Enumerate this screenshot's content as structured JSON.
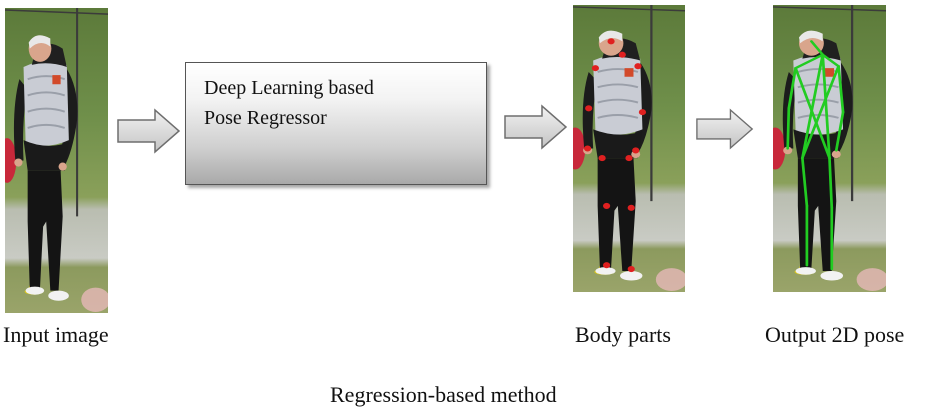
{
  "regressor_box": {
    "line1": "Deep Learning based",
    "line2": "Pose Regressor"
  },
  "captions": {
    "input": "Input image",
    "body_parts": "Body parts",
    "output": "Output  2D pose"
  },
  "method_title": "Regression-based method",
  "colors": {
    "keypoint": "#e02020",
    "skeleton": "#22cc22",
    "arrow_fill": "#d9d9d9",
    "arrow_stroke": "#6e6e6e"
  }
}
